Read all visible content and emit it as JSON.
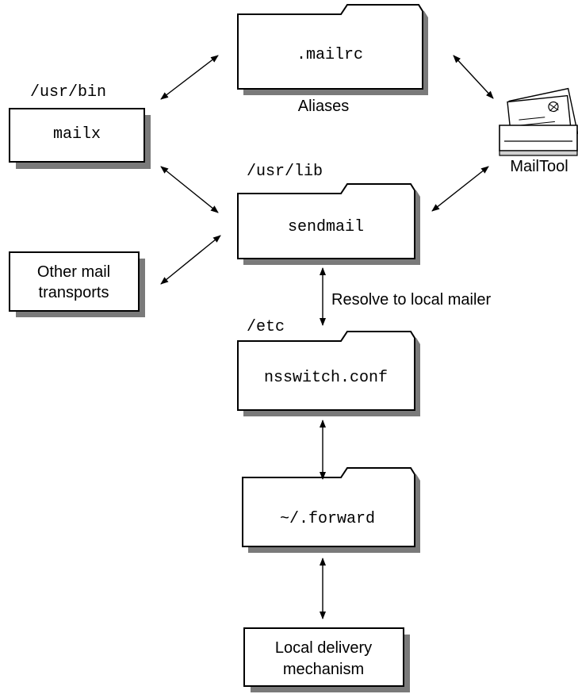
{
  "nodes": {
    "mailrc": {
      "label": ".mailrc",
      "caption": "Aliases"
    },
    "mailx": {
      "label": "mailx",
      "path": "/usr/bin"
    },
    "sendmail": {
      "label": "sendmail",
      "path": "/usr/lib"
    },
    "mailtool": {
      "label": "MailTool"
    },
    "other_transports": {
      "line1": "Other mail",
      "line2": "transports"
    },
    "nsswitch": {
      "label": "nsswitch.conf",
      "path": "/etc"
    },
    "forward": {
      "label": "~/.forward"
    },
    "local_delivery": {
      "line1": "Local delivery",
      "line2": "mechanism"
    }
  },
  "edges": {
    "sendmail_nsswitch": {
      "label": "Resolve to local mailer"
    }
  }
}
